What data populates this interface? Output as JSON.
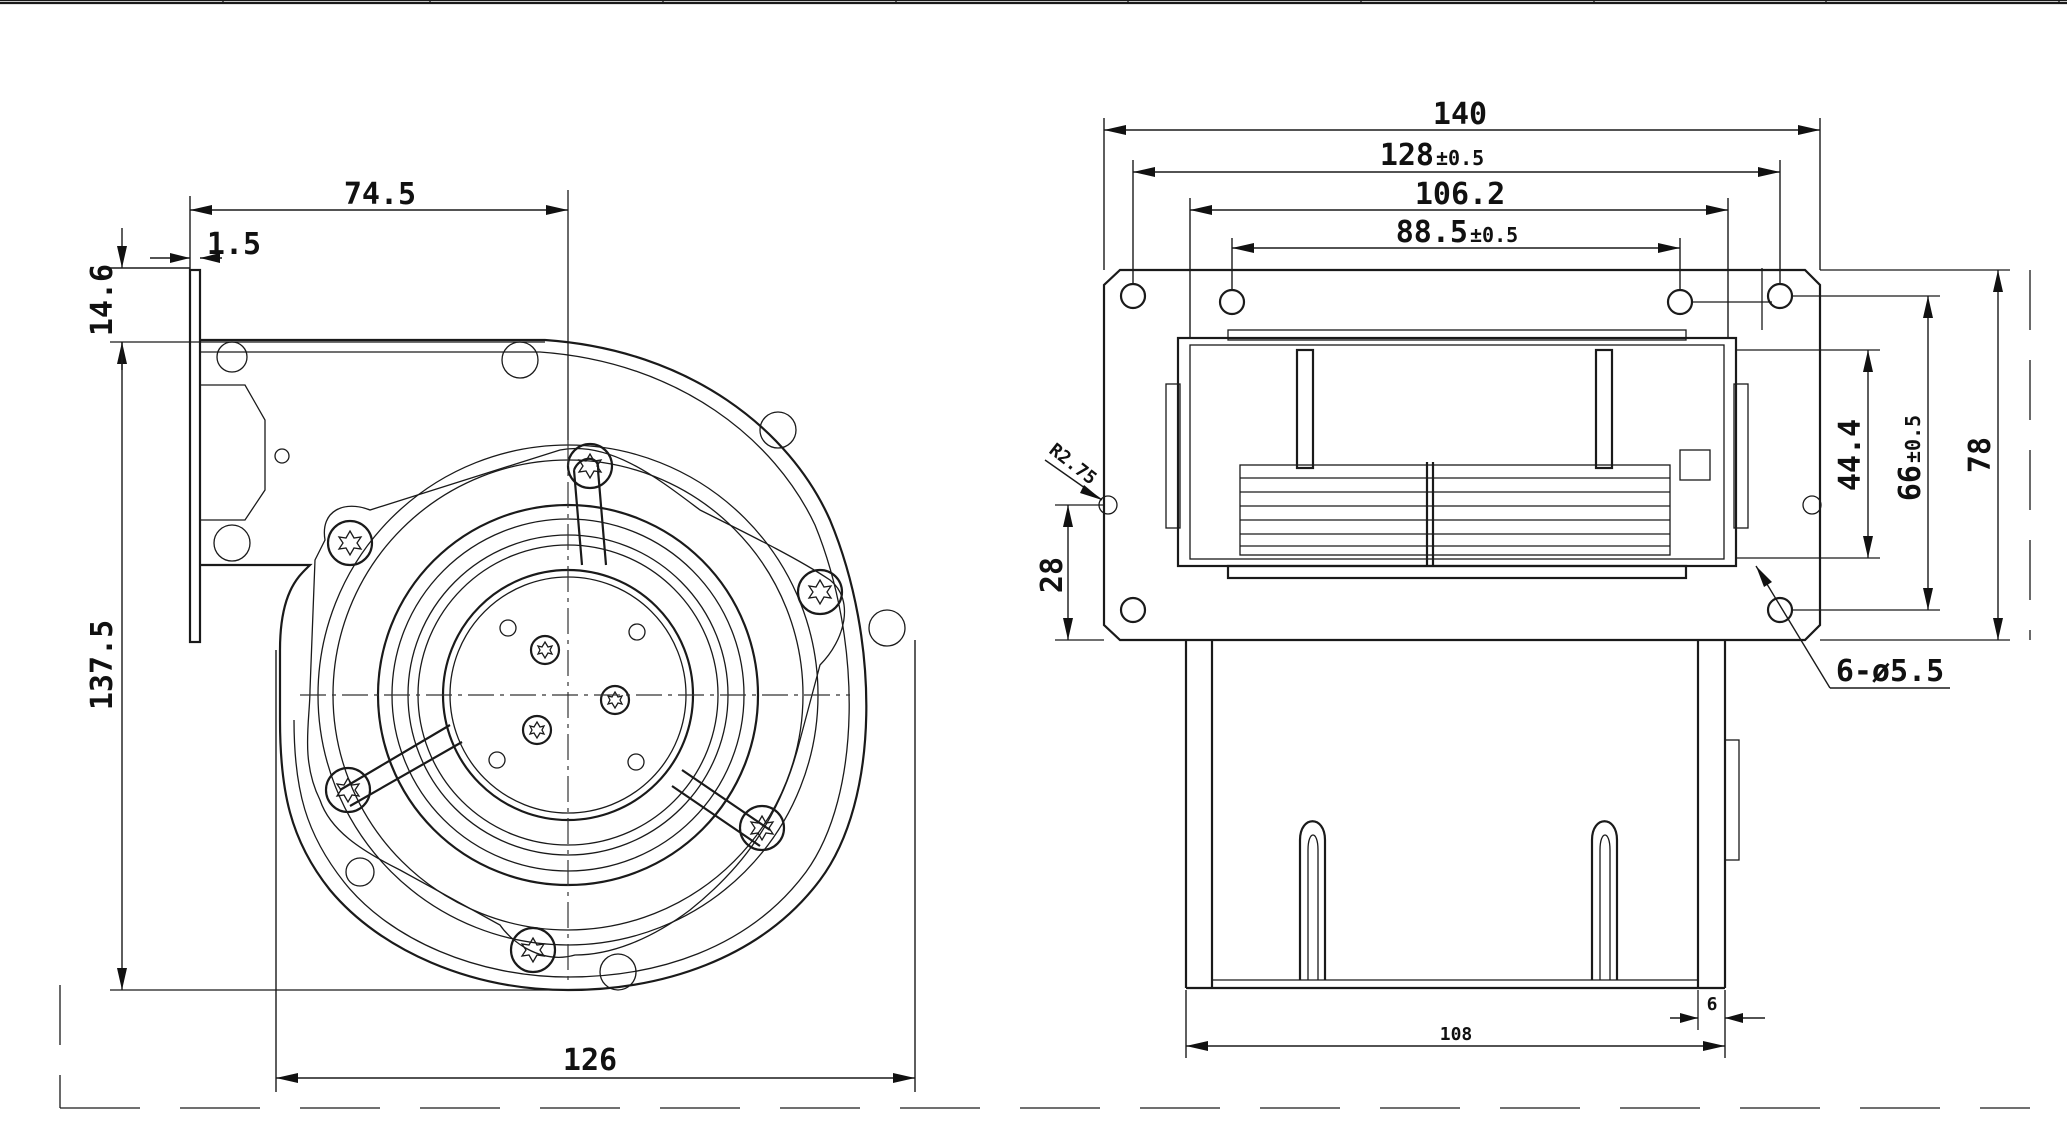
{
  "front_view": {
    "dim_top": "74.5",
    "dim_flange": "1.5",
    "dim_left_upper": "14.6",
    "dim_left_height": "137.5",
    "dim_bottom_width": "126"
  },
  "side_view": {
    "dim_140": "140",
    "dim_128": "128",
    "tol_128": "±0.5",
    "dim_106": "106.2",
    "dim_88": "88.5",
    "tol_88": "±0.5",
    "dim_radius": "R2.75",
    "dim_28": "28",
    "dim_44": "44.4",
    "dim_66": "66",
    "tol_66": "±0.5",
    "dim_78": "78",
    "dim_holes": "6-ø5.5",
    "dim_108": "108",
    "dim_6": "6"
  }
}
